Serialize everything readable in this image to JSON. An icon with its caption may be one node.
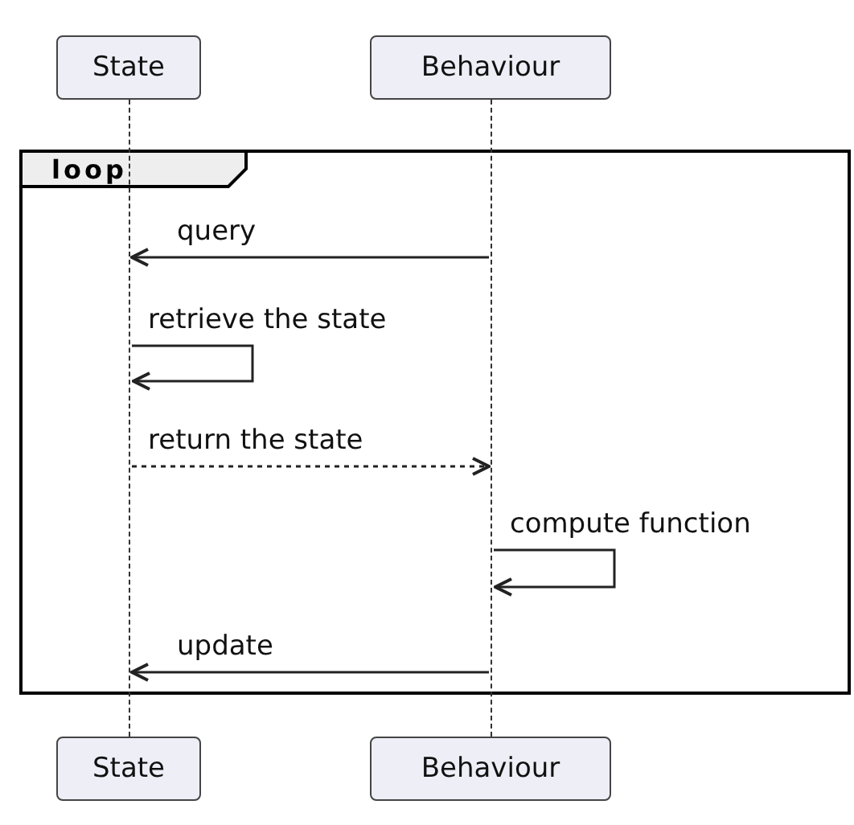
{
  "diagram": {
    "nodes": [
      {
        "text": [
          "State"
        ]
      },
      {
        "text": [
          "Behaviour"
        ]
      },
      {
        "text": [
          "State"
        ]
      },
      {
        "text": [
          "Behaviour"
        ]
      },
      {
        "text": [],
        "shape": "line"
      },
      {
        "text": [],
        "shape": "line"
      }
    ],
    "edges": [
      {
        "from": 5,
        "to": 4,
        "arrow": "to",
        "label": "query"
      },
      {
        "from": 4,
        "to": 4,
        "arrow": "to",
        "label": "retrieve the state"
      },
      {
        "from": 4,
        "to": 5,
        "arrow": "to",
        "label": "return the state",
        "style": "dashed"
      },
      {
        "from": 5,
        "to": 5,
        "arrow": "to",
        "label": "compute function"
      },
      {
        "from": 5,
        "to": 4,
        "arrow": "to",
        "label": "update"
      }
    ],
    "labels": [
      "loop"
    ]
  }
}
